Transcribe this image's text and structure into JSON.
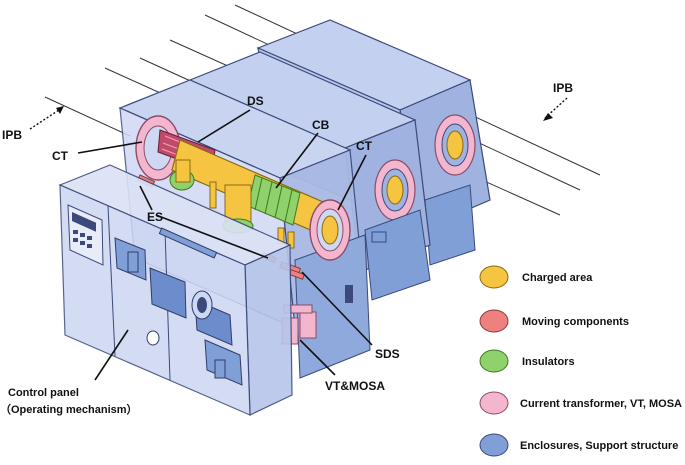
{
  "diagram": {
    "labels": {
      "ipb_left": "IPB",
      "ipb_right": "IPB",
      "ct_left": "CT",
      "ct_right": "CT",
      "ds": "DS",
      "cb": "CB",
      "es": "ES",
      "sds": "SDS",
      "vt_mosa": "VT&MOSA",
      "control_panel_line1": "Control panel",
      "control_panel_line2": "（Operating mechanism）"
    },
    "legend": [
      {
        "label": "Charged area",
        "color": "#f5c542"
      },
      {
        "label": "Moving components",
        "color": "#ee8080"
      },
      {
        "label": "Insulators",
        "color": "#8fd16a"
      },
      {
        "label": "Current transformer, VT, MOSA",
        "color": "#f4b6cf"
      },
      {
        "label": "Enclosures, Support structure",
        "color": "#7f9fd6"
      }
    ],
    "colors": {
      "enclosure_fill": "#b8c7ec",
      "enclosure_side": "#9fb2e0",
      "enclosure_stroke": "#3b4a7a",
      "panel_fill": "#cdd6f2",
      "charged": "#f5c542",
      "insulator": "#8fd16a",
      "ct": "#f4b6cf",
      "moving": "#ee8080"
    }
  }
}
